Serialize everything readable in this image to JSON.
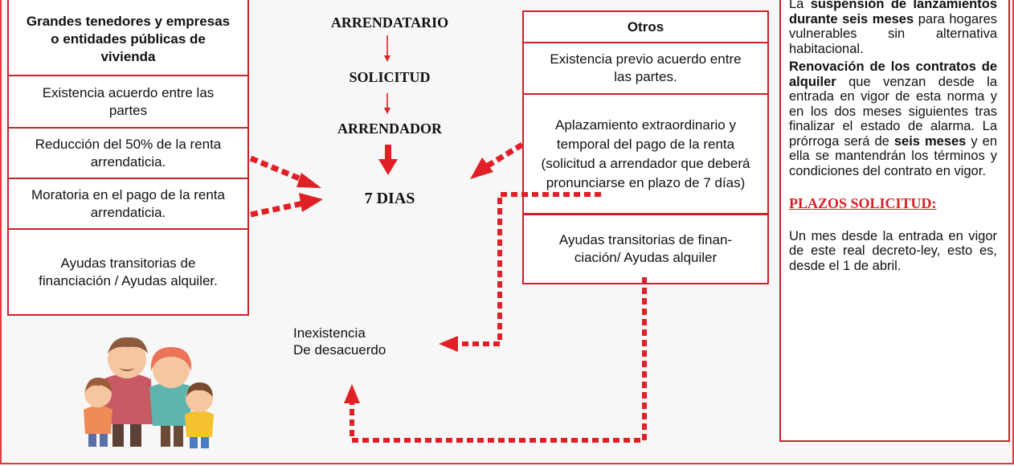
{
  "left_box": {
    "header": "Grandes tenedores y empresas o entidades públicas de vivienda",
    "rows": [
      "Existencia acuerdo entre las partes",
      "Reducción del 50% de la renta arrendaticia.",
      "Moratoria en el pago de la renta arrendaticia.",
      "Ayudas transitorias de financiación / Ayudas alquiler."
    ]
  },
  "flow": {
    "step1": "ARRENDATARIO",
    "step2": "SOLICITUD",
    "step3": "ARRENDADOR",
    "result": "7 DIAS"
  },
  "others_box": {
    "header": "Otros",
    "rows": [
      "Existencia previo acuerdo entre las partes.",
      "Aplazamiento extraordinario y temporal del pago de la renta (solicitud a arrendador que deberá pronunciarse en plazo de 7 días)"
    ]
  },
  "aid_box": {
    "text": "Ayudas transitorias de finan-ciación/ Ayudas alquiler"
  },
  "inexistencia": {
    "line1": "Inexistencia",
    "line2": "De desacuerdo"
  },
  "right_panel": {
    "p1_a": "La ",
    "p1_b": "suspensión de lanzamientos durante seis meses",
    "p1_c": " para hogares vulnerables sin alternativa habitacional.",
    "p2_a": "Renovación de los contratos de alquiler",
    "p2_b": " que venzan desde la entrada en vigor de esta norma y en los dos meses siguientes tras finalizar el estado de alarma. La prórroga será de ",
    "p2_c": "seis meses",
    "p2_d": " y en ella se mantendrán los términos y condiciones del contrato en vigor.",
    "plazos_title": "PLAZOS SOLICITUD:",
    "p3": "Un mes desde la entrada en vigor de este real decreto-ley, esto es, desde el 1 de abril."
  },
  "colors": {
    "accent": "#e02027",
    "border": "#c8242b"
  }
}
